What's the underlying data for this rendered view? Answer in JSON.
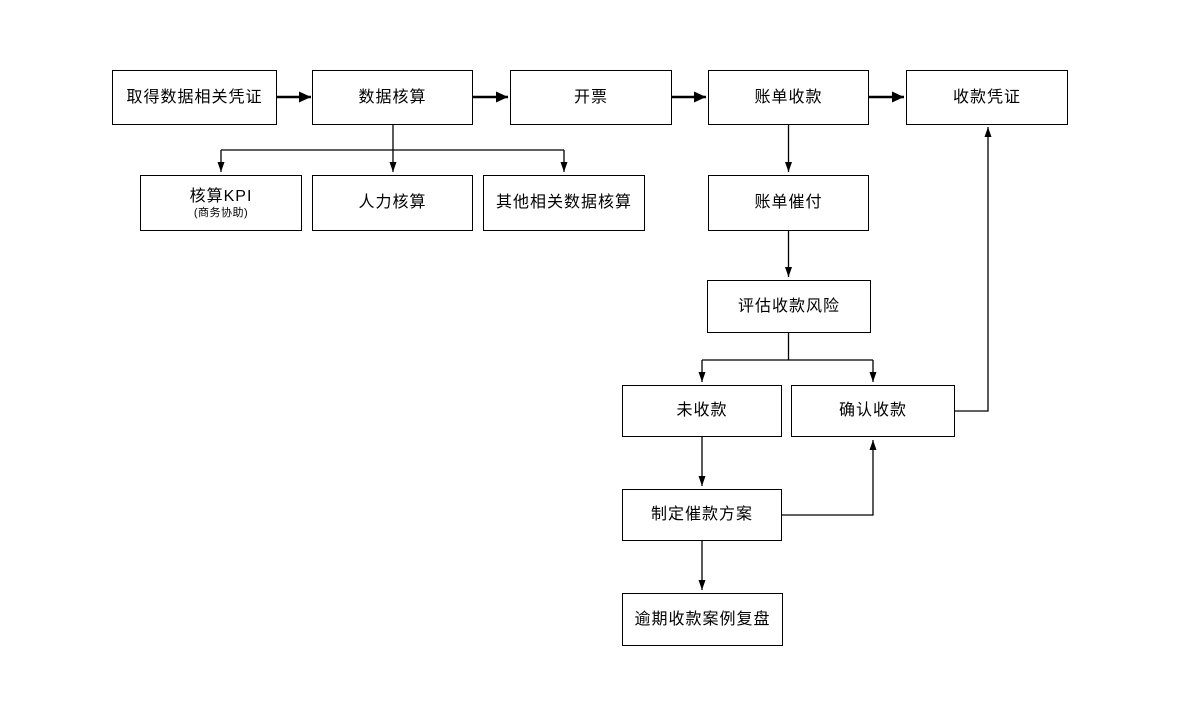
{
  "diagram": {
    "title": "billing-and-collection-flowchart",
    "colors": {
      "background": "#ffffff",
      "box_fill": "#ffffff",
      "box_border": "#000000",
      "line": "#000000",
      "text": "#000000"
    },
    "nodes": {
      "get_voucher": {
        "label": "取得数据相关凭证"
      },
      "data_accounting": {
        "label": "数据核算"
      },
      "invoicing": {
        "label": "开票"
      },
      "bill_collection": {
        "label": "账单收款"
      },
      "receipt_voucher": {
        "label": "收款凭证"
      },
      "kpi_accounting": {
        "label": "核算KPI",
        "sublabel": "(商务协助)"
      },
      "hr_accounting": {
        "label": "人力核算"
      },
      "other_data_accounting": {
        "label": "其他相关数据核算"
      },
      "bill_reminder": {
        "label": "账单催付"
      },
      "assess_risk": {
        "label": "评估收款风险"
      },
      "unpaid": {
        "label": "未收款"
      },
      "confirm_receipt": {
        "label": "确认收款"
      },
      "collection_plan": {
        "label": "制定催款方案"
      },
      "overdue_review": {
        "label": "逾期收款案例复盘"
      }
    },
    "edges": [
      {
        "from": "get_voucher",
        "to": "data_accounting",
        "style": "bold-arrow"
      },
      {
        "from": "data_accounting",
        "to": "invoicing",
        "style": "bold-arrow"
      },
      {
        "from": "invoicing",
        "to": "bill_collection",
        "style": "bold-arrow"
      },
      {
        "from": "bill_collection",
        "to": "receipt_voucher",
        "style": "bold-arrow"
      },
      {
        "from": "data_accounting",
        "to": "kpi_accounting",
        "style": "thin-arrow"
      },
      {
        "from": "data_accounting",
        "to": "hr_accounting",
        "style": "thin-arrow"
      },
      {
        "from": "data_accounting",
        "to": "other_data_accounting",
        "style": "thin-arrow"
      },
      {
        "from": "bill_collection",
        "to": "bill_reminder",
        "style": "thin-arrow"
      },
      {
        "from": "bill_reminder",
        "to": "assess_risk",
        "style": "thin-arrow"
      },
      {
        "from": "assess_risk",
        "to": "unpaid",
        "style": "thin-arrow"
      },
      {
        "from": "assess_risk",
        "to": "confirm_receipt",
        "style": "thin-arrow"
      },
      {
        "from": "unpaid",
        "to": "collection_plan",
        "style": "thin-arrow"
      },
      {
        "from": "collection_plan",
        "to": "confirm_receipt",
        "style": "thin-arrow"
      },
      {
        "from": "collection_plan",
        "to": "overdue_review",
        "style": "thin-arrow"
      },
      {
        "from": "confirm_receipt",
        "to": "receipt_voucher",
        "style": "thin-arrow"
      }
    ]
  }
}
